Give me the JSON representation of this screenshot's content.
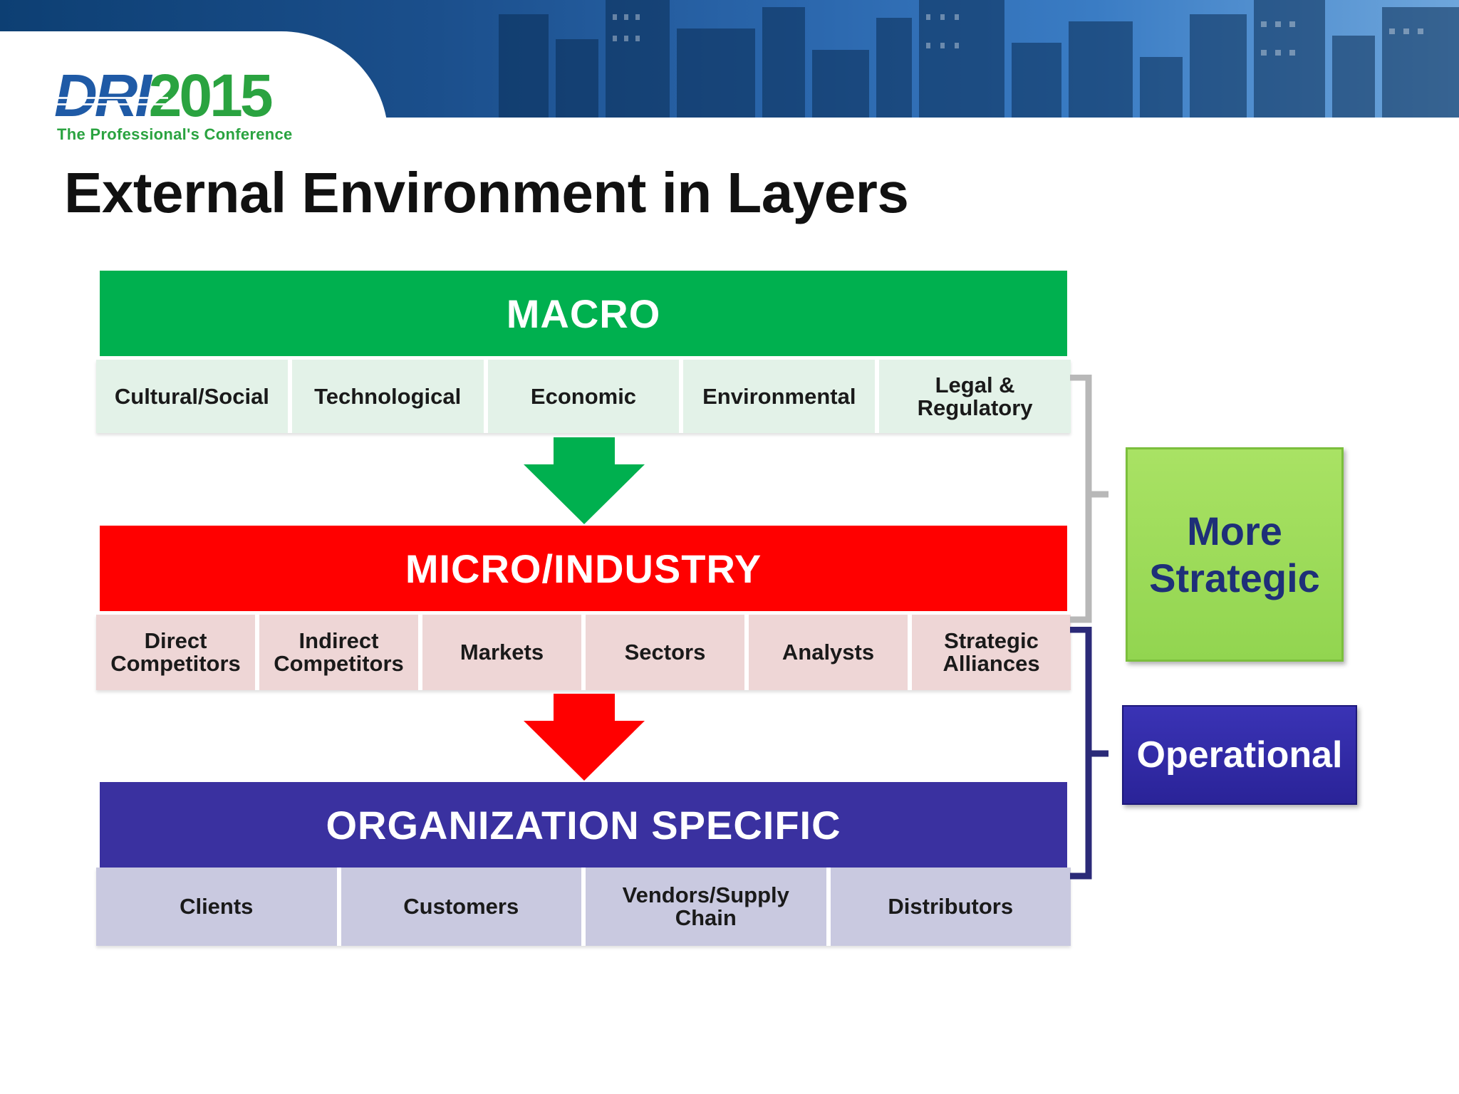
{
  "logo": {
    "main_dri": "DRI",
    "main_year": "2015",
    "subtitle": "The Professional's Conference"
  },
  "title": "External Environment in Layers",
  "layers": {
    "macro": {
      "label": "MACRO",
      "color": "#00b04f",
      "items": [
        "Cultural/Social",
        "Technological",
        "Economic",
        "Environmental",
        "Legal & Regulatory"
      ]
    },
    "micro": {
      "label": "MICRO/INDUSTRY",
      "color": "#ff0000",
      "items": [
        "Direct Competitors",
        "Indirect Competitors",
        "Markets",
        "Sectors",
        "Analysts",
        "Strategic Alliances"
      ]
    },
    "org": {
      "label": "ORGANIZATION SPECIFIC",
      "color": "#3a31a0",
      "items": [
        "Clients",
        "Customers",
        "Vendors/Supply Chain",
        "Distributors"
      ]
    }
  },
  "side": {
    "strategic": "More Strategic",
    "operational": "Operational"
  }
}
